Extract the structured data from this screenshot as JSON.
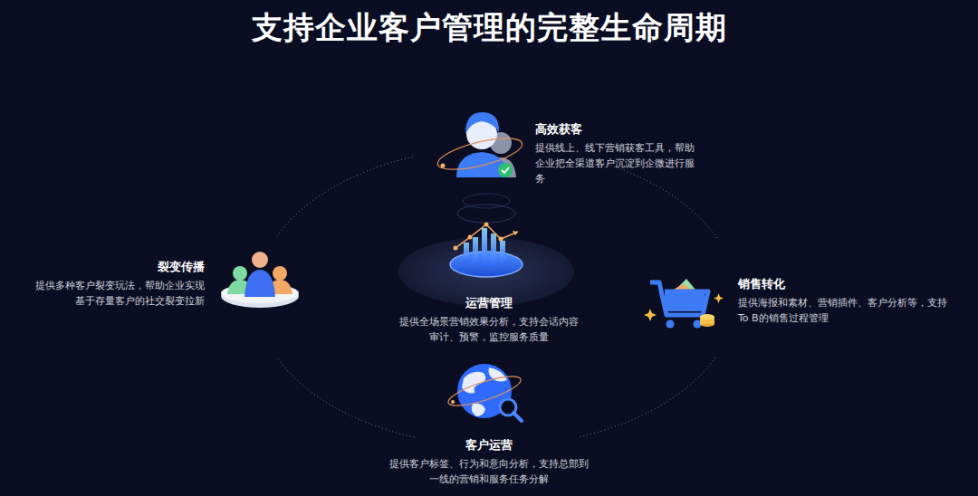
{
  "diagram": {
    "title": "支持企业客户管理的完整生命周期",
    "nodes": [
      {
        "text": [
          "高效获客",
          "提供线上、线下营销获客工具，帮助企业把全渠道客户沉淀到企微进行服务"
        ]
      },
      {
        "text": [
          "裂变传播",
          "提供多种客户裂变玩法，帮助企业实现基于存量客户的社交裂变拉新"
        ]
      },
      {
        "text": [
          "运营管理",
          "提供全场景营销效果分析，支持会话内容审计、预警，监控服务质量"
        ]
      },
      {
        "text": [
          "销售转化",
          "提供海报和素材、营销插件、客户分析等，支持To B的销售过程管理"
        ]
      },
      {
        "text": [
          "客户运营",
          "提供客户标签、行为和意向分析，支持总部到一线的营销和服务任务分解"
        ]
      }
    ]
  }
}
